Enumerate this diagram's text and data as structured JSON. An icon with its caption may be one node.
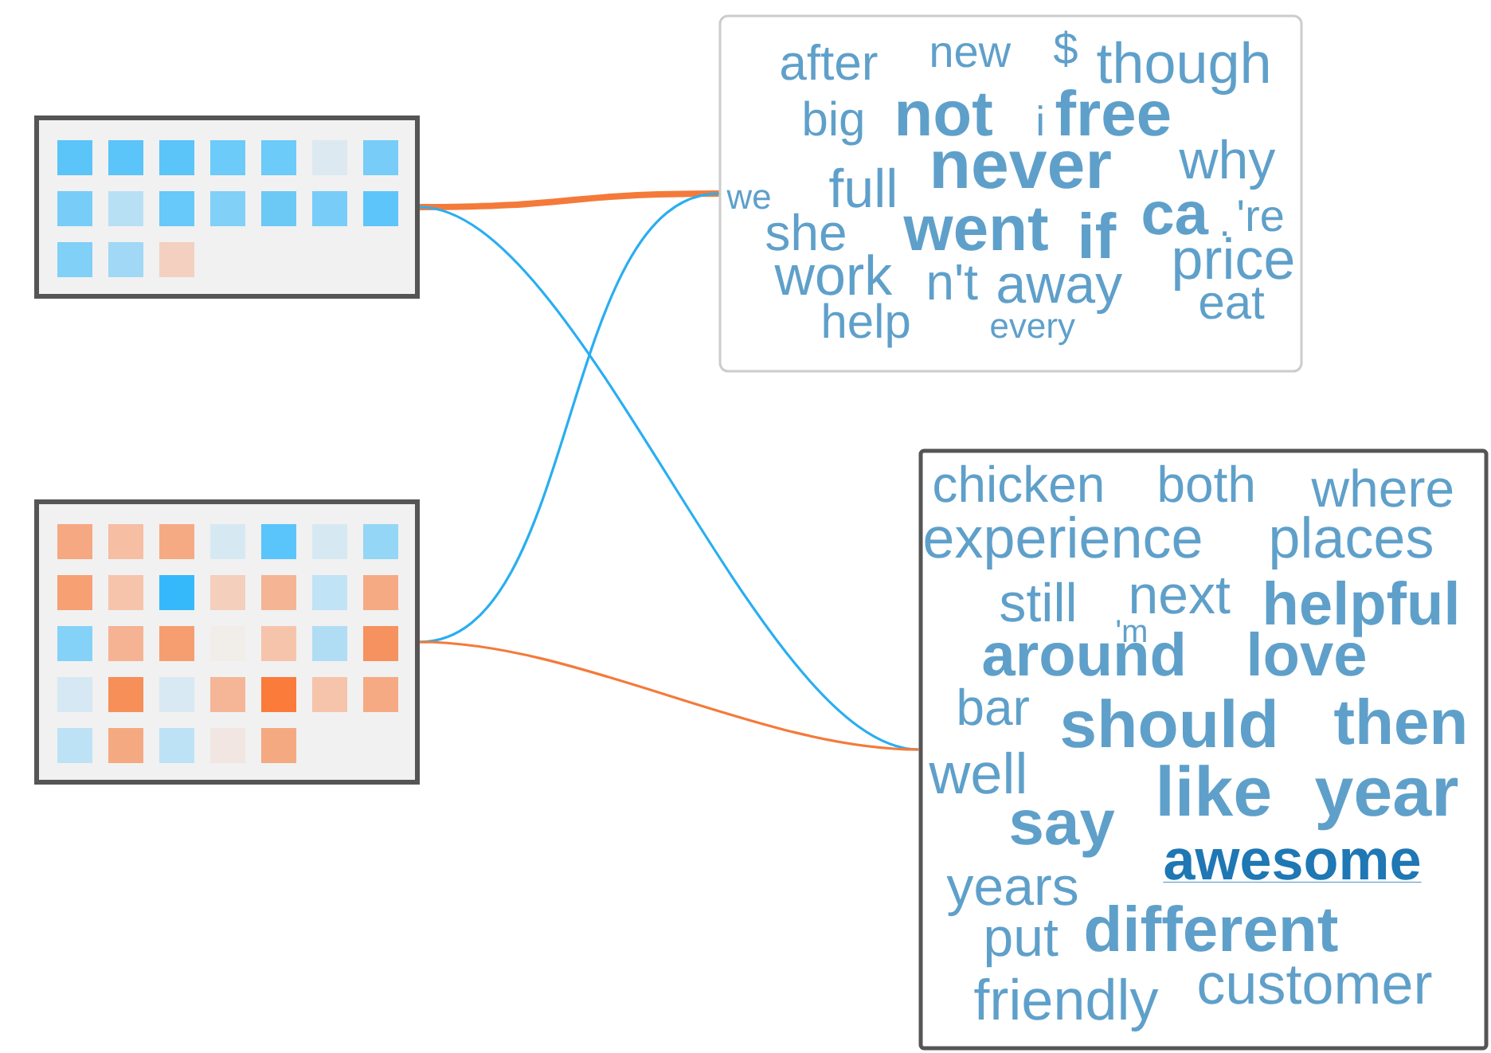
{
  "diagram": {
    "nodes": [
      {
        "text": [],
        "shape": "box"
      },
      {
        "text": [],
        "shape": "box"
      },
      {
        "text": [
          "after",
          "new",
          "$",
          "though",
          "big",
          "not",
          "i",
          "free",
          "never",
          "why",
          "we",
          "full",
          "she",
          "went",
          "if",
          "ca",
          ".",
          "'re",
          "price",
          "work",
          "n't",
          "away",
          "eat",
          "help",
          "every"
        ]
      },
      {
        "text": [
          "chicken",
          "both",
          "where",
          "experience",
          "places",
          "still",
          "'m",
          "next",
          "helpful",
          "around",
          "love",
          "bar",
          "should",
          "then",
          "well",
          "like",
          "year",
          "say",
          "awesome",
          "years",
          "put",
          "different",
          "friendly",
          "customer"
        ]
      }
    ],
    "edges": [
      {
        "from": 0,
        "to": 2,
        "arrow": "none",
        "style": "thick",
        "color": "#f47a3a"
      },
      {
        "from": 0,
        "to": 3,
        "arrow": "none",
        "color": "#2aaef0"
      },
      {
        "from": 1,
        "to": 2,
        "arrow": "none",
        "color": "#2aaef0"
      },
      {
        "from": 1,
        "to": 3,
        "arrow": "none",
        "color": "#f47a3a"
      }
    ]
  }
}
